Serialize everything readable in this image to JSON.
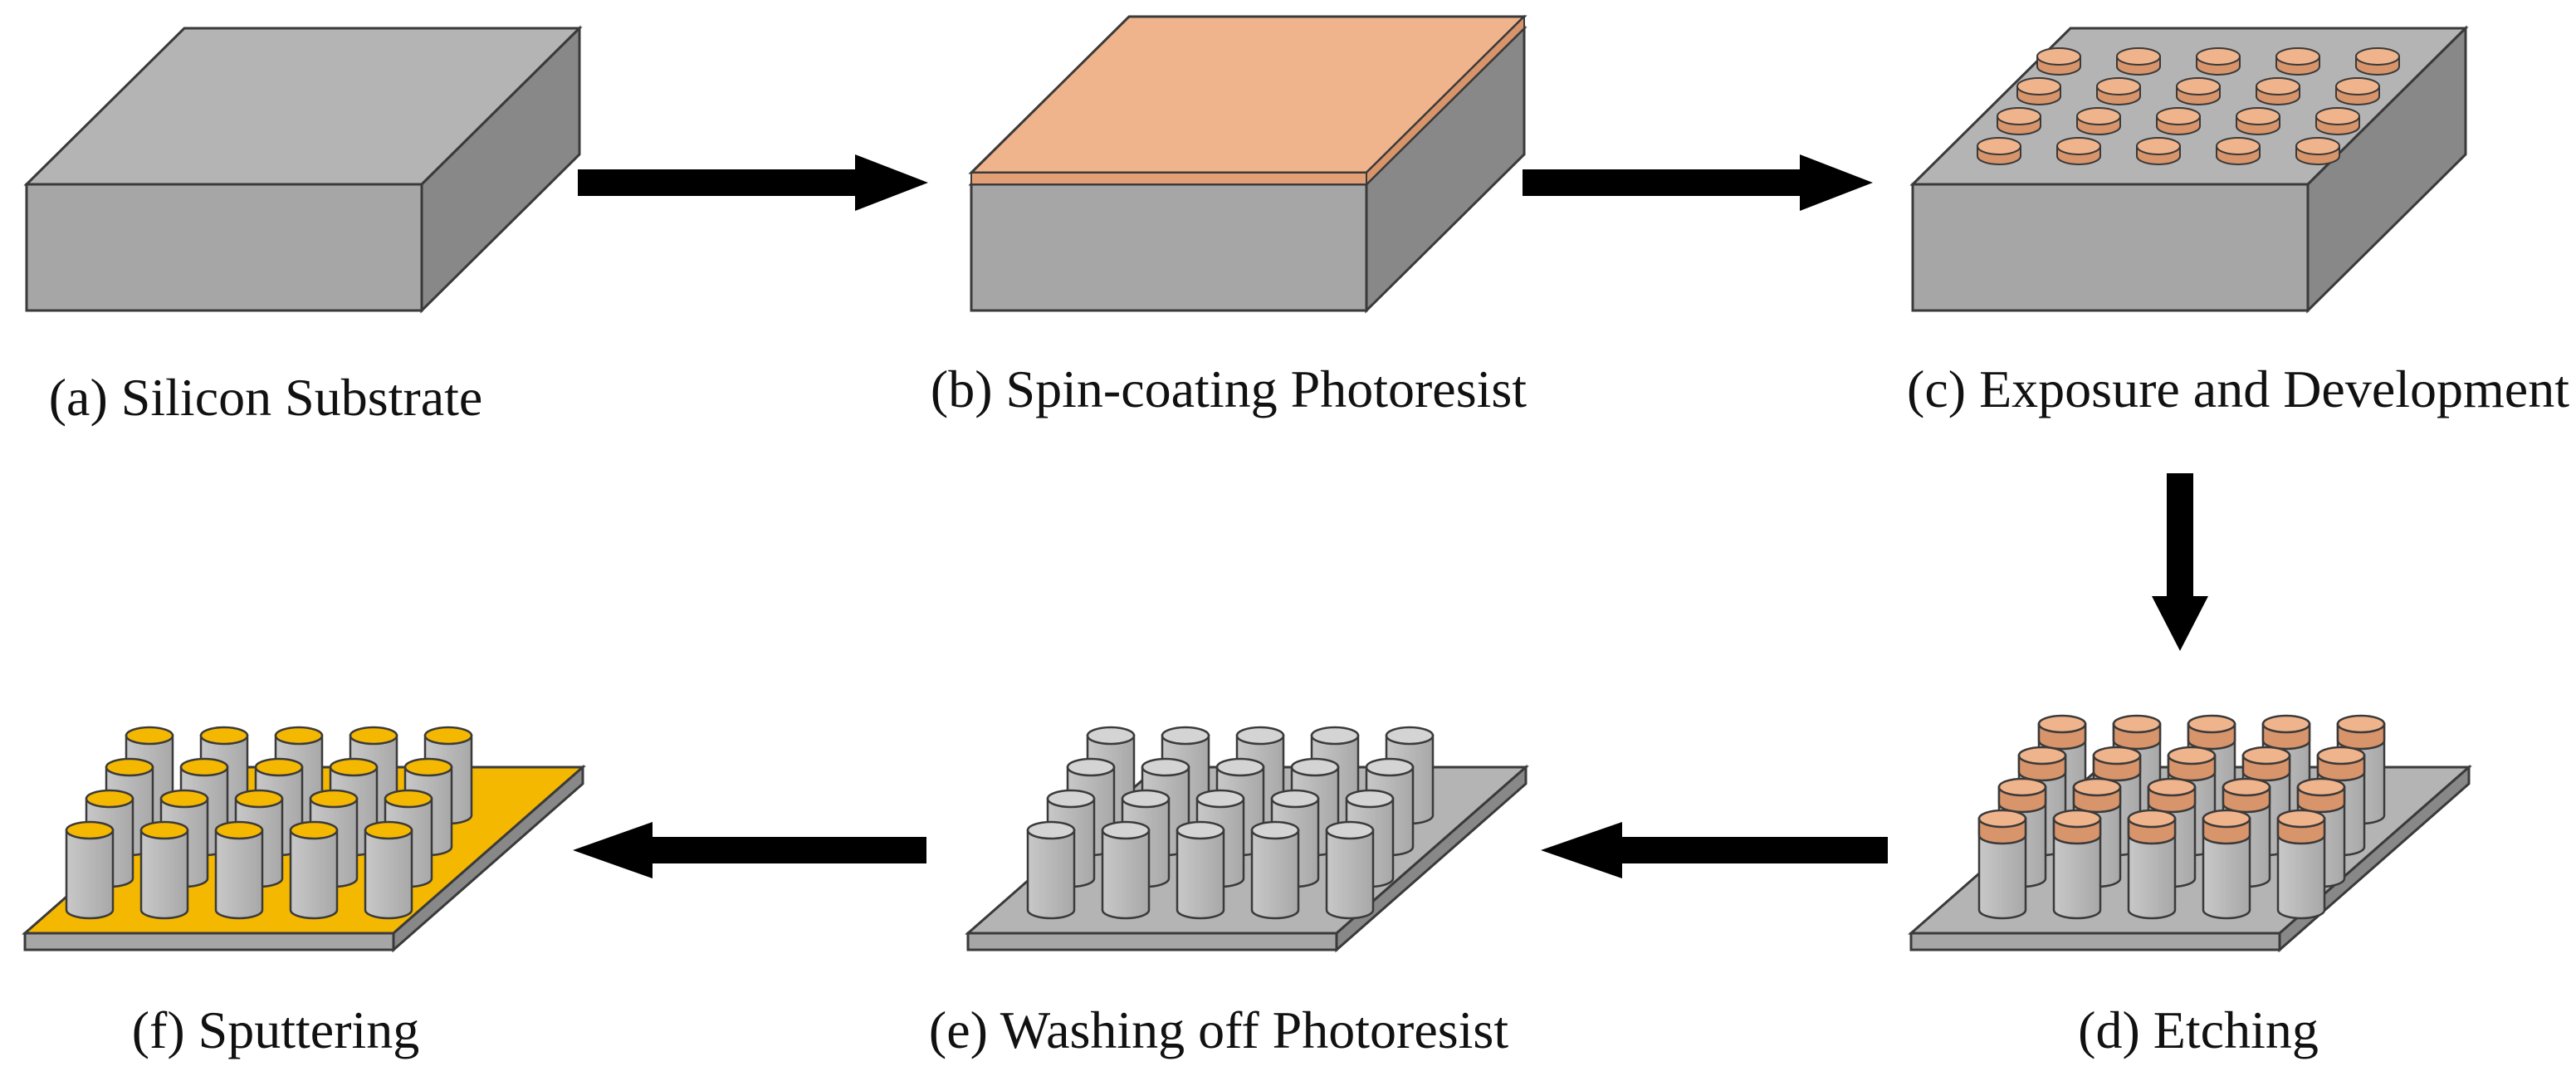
{
  "steps": [
    {
      "id": "a",
      "caption": "(a) Silicon Substrate"
    },
    {
      "id": "b",
      "caption": "(b) Spin-coating Photoresist"
    },
    {
      "id": "c",
      "caption": "(c) Exposure and Development"
    },
    {
      "id": "d",
      "caption": "(d) Etching"
    },
    {
      "id": "e",
      "caption": "(e) Washing off Photoresist"
    },
    {
      "id": "f",
      "caption": "(f) Sputtering"
    }
  ],
  "flow": [
    "a",
    "b",
    "c",
    "d",
    "e",
    "f"
  ],
  "colors": {
    "substrate_top": "#b4b4b4",
    "substrate_front": "#a6a6a6",
    "substrate_side": "#888888",
    "photoresist": "#f0b48c",
    "photoresist_side": "#d8946a",
    "pillar_body": "#b9b9b9",
    "pillar_top": "#d4d4d4",
    "metal_film": "#f5b800",
    "arrow": "#000000",
    "outline": "#3a3a3a"
  }
}
